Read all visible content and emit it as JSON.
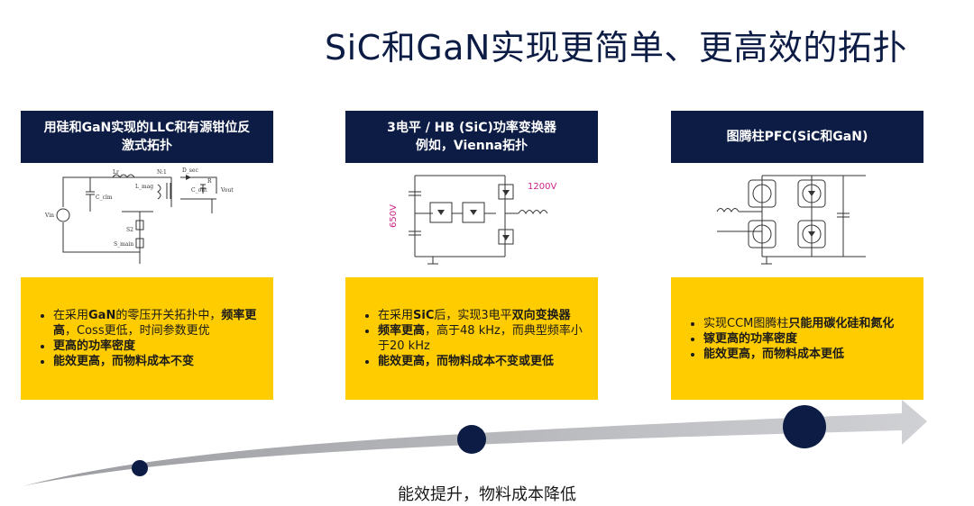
{
  "title": "SiC和GaN实现更简单、更高效的拓扑",
  "columns": [
    {
      "header_line1": "用硅和GaN实现的LLC和有源钳位反",
      "header_line2": "激式拓扑",
      "circuit_labels": [
        "Lr",
        "N:1",
        "D_sec",
        "L_mag",
        "C_clm",
        "Vin",
        "S2",
        "S_main",
        "C_out",
        "R",
        "Vout"
      ],
      "bullets": [
        {
          "parts": [
            {
              "t": "在采用",
              "b": false
            },
            {
              "t": "GaN",
              "b": true
            },
            {
              "t": "的零压开关拓扑中，",
              "b": false
            },
            {
              "t": "频率更高",
              "b": true
            },
            {
              "t": "，Coss更低，时间参数更优",
              "b": false
            }
          ]
        },
        {
          "parts": [
            {
              "t": "更高的功率密度",
              "b": true
            }
          ]
        },
        {
          "parts": [
            {
              "t": "能效更高，而物料成本不变",
              "b": true
            }
          ]
        }
      ]
    },
    {
      "header_line1": "3电平 / HB (SiC)功率变换器",
      "header_line2": "例如，Vienna拓扑",
      "circuit_labels": [
        "1200V",
        "650V"
      ],
      "bullets": [
        {
          "parts": [
            {
              "t": "在采用",
              "b": false
            },
            {
              "t": "SiC",
              "b": true
            },
            {
              "t": "后，实现3电平",
              "b": false
            },
            {
              "t": "双向变换器",
              "b": true
            }
          ]
        },
        {
          "parts": [
            {
              "t": "频率更高",
              "b": true
            },
            {
              "t": "，高于48 kHz，而典型频率小于20 kHz",
              "b": false
            }
          ]
        },
        {
          "parts": [
            {
              "t": "能效更高，而物料成本不变或更低",
              "b": true
            }
          ]
        }
      ]
    },
    {
      "header_line1": "图腾柱PFC(SiC和GaN)",
      "header_line2": "",
      "circuit_labels": [],
      "bullets": [
        {
          "parts": [
            {
              "t": "实现CCM图腾柱",
              "b": false
            },
            {
              "t": "只能用碳化硅和氮化",
              "b": true
            }
          ]
        },
        {
          "parts": [
            {
              "t": "镓更高的功率密度",
              "b": true
            }
          ]
        },
        {
          "parts": [
            {
              "t": "能效更高，而物料成本更低",
              "b": true
            }
          ]
        }
      ]
    }
  ],
  "footer": "能效提升，物料成本降低",
  "colors": {
    "navy": "#0c1c45",
    "yellow": "#ffcc00",
    "magenta": "#cc2288",
    "arrow": "#c8c9cc"
  }
}
